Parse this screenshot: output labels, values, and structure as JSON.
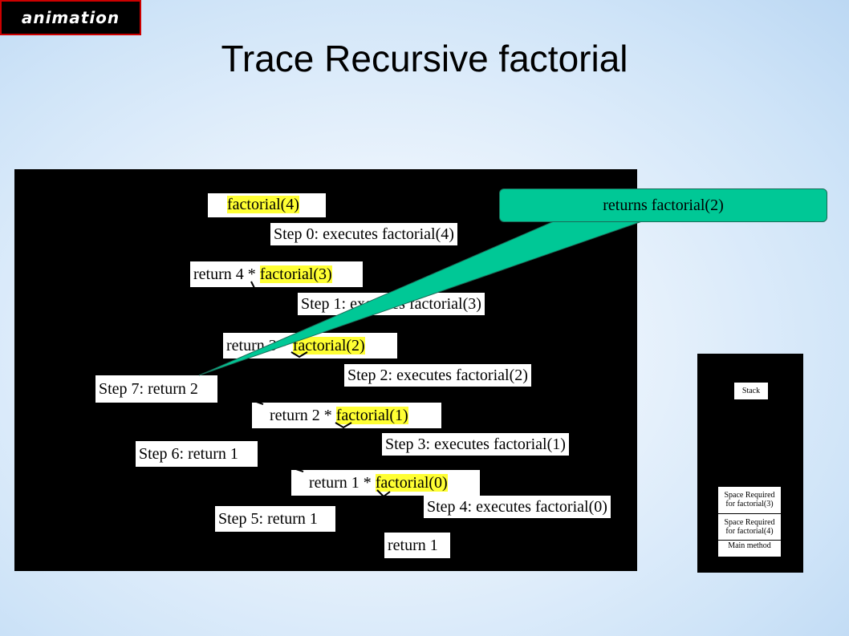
{
  "badge": "animation",
  "title": "Trace Recursive factorial",
  "trace": {
    "call_top": "factorial(4)",
    "step0": "Step 0: executes factorial(4)",
    "ret4_prefix": "return 4 * ",
    "ret4_call": "factorial(3)",
    "step1": "Step 1: executes factorial(3)",
    "ret3_prefix": "return 3 * ",
    "ret3_call": "factorial(2)",
    "step7": "Step 7: return 2",
    "step2": "Step 2: executes factorial(2)",
    "ret2_prefix": "return 2 * ",
    "ret2_call": "factorial(1)",
    "step3": "Step 3: executes factorial(1)",
    "step6": "Step 6: return 1",
    "ret1_prefix": "return 1 * ",
    "ret1_call": "factorial(0)",
    "step4": "Step 4: executes factorial(0)",
    "step5": "Step 5: return 1",
    "ret_base": "return 1"
  },
  "callout": "returns factorial(2)",
  "stack": {
    "label": "Stack",
    "frames": [
      {
        "line1": "Space  Required",
        "line2": "for factorial(3)"
      },
      {
        "line1": "Space  Required",
        "line2": "for factorial(4)"
      },
      {
        "line1": "Main method",
        "line2": ""
      }
    ]
  },
  "colors": {
    "highlight": "#ffff33",
    "callout": "#00c896",
    "badge_border": "#cc0000"
  }
}
